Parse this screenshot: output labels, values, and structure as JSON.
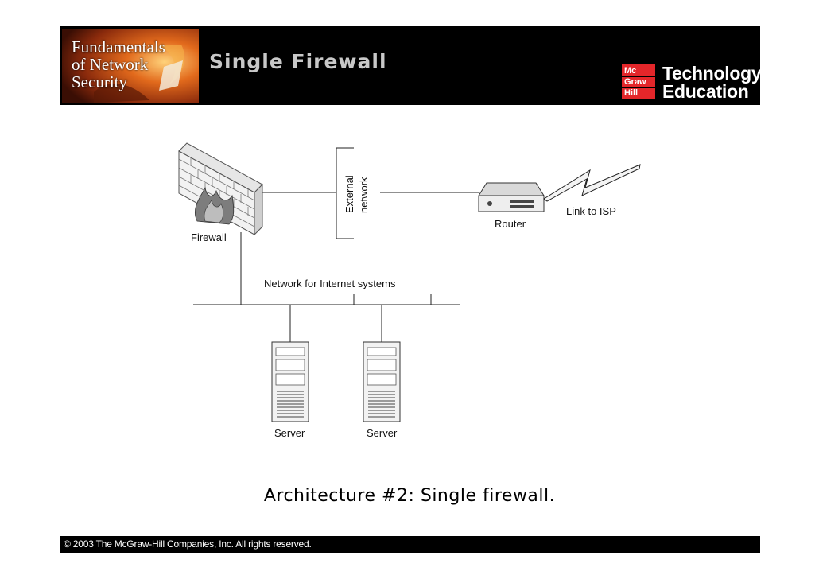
{
  "header": {
    "book_title_lines": [
      "Fundamentals",
      "of Network",
      "Security"
    ],
    "slide_title": "Single Firewall",
    "publisher_logo_words": [
      "Mc",
      "Graw",
      "Hill"
    ],
    "publisher_tagline_lines": [
      "Technology",
      "Education"
    ]
  },
  "diagram": {
    "firewall_label": "Firewall",
    "external_network_label_lines": [
      "External",
      "network"
    ],
    "router_label": "Router",
    "link_label": "Link to ISP",
    "internet_network_label": "Network for Internet systems",
    "server_labels": [
      "Server",
      "Server"
    ]
  },
  "caption": "Architecture #2: Single firewall.",
  "footer": {
    "copyright": "© 2003 The McGraw-Hill Companies, Inc. All rights reserved."
  },
  "colors": {
    "header_bg": "#000000",
    "title_text": "#c8c8c8",
    "publisher_red": "#e4262a"
  }
}
